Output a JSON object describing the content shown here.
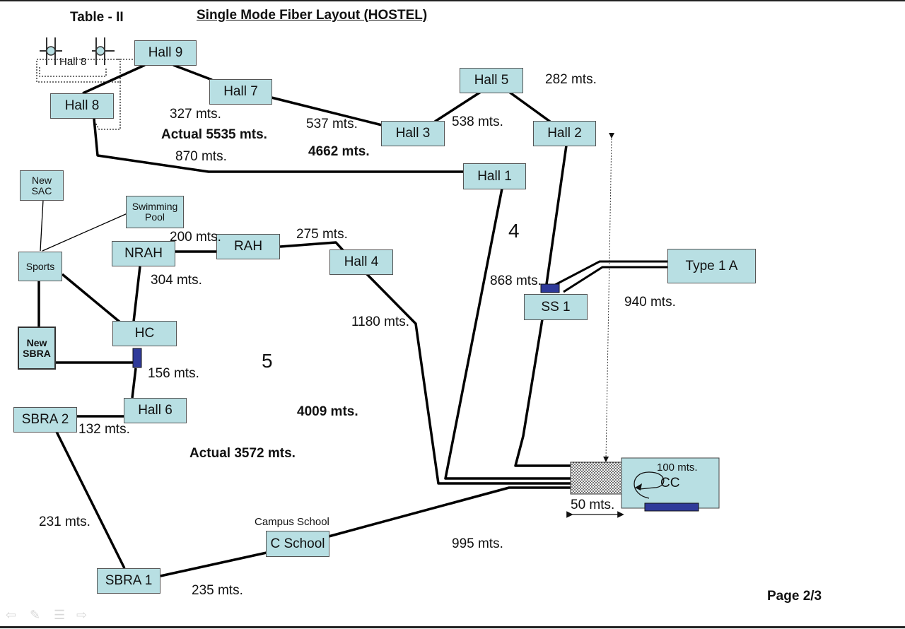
{
  "header": {
    "table_label": "Table - II",
    "title": "Single Mode Fiber Layout (HOSTEL)"
  },
  "nodes": {
    "hall9": "Hall 9",
    "hall8": "Hall 8",
    "hall8_inset": "Hall 8",
    "hall7": "Hall 7",
    "hall5": "Hall 5",
    "hall3": "Hall 3",
    "hall2": "Hall 2",
    "hall1": "Hall 1",
    "new_sac": "New SAC",
    "swimming_pool": "Swimming Pool",
    "sports": "Sports",
    "nrah": "NRAH",
    "rah": "RAH",
    "hall4": "Hall 4",
    "type1a": "Type 1 A",
    "ss1": "SS 1",
    "hc": "HC",
    "new_sbra": "New SBRA",
    "hall6": "Hall 6",
    "sbra2": "SBRA 2",
    "c_school": "C School",
    "campus_school": "Campus School",
    "sbra1": "SBRA 1",
    "cc": "CC"
  },
  "distances": {
    "d282": "282 mts.",
    "d327": "327 mts.",
    "d537": "537 mts.",
    "d538": "538 mts.",
    "d870": "870 mts.",
    "d200": "200 mts.",
    "d275": "275 mts.",
    "d304": "304 mts.",
    "d868": "868 mts.",
    "d940": "940 mts.",
    "d1180": "1180 mts.",
    "d156": "156 mts.",
    "d132": "132 mts.",
    "d231": "231 mts.",
    "d235": "235 mts.",
    "d995": "995 mts.",
    "d50": "50 mts.",
    "d100": "100 mts."
  },
  "totals": {
    "actual_north": "Actual 5535 mts.",
    "total_north": "4662 mts.",
    "zone4": "4",
    "zone5": "5",
    "total_south": "4009 mts.",
    "actual_south": "Actual 3572 mts."
  },
  "footer": {
    "page": "Page 2/3"
  },
  "nav_icons": [
    "arrow-left-icon",
    "pen-icon",
    "menu-icon",
    "arrow-right-icon"
  ]
}
